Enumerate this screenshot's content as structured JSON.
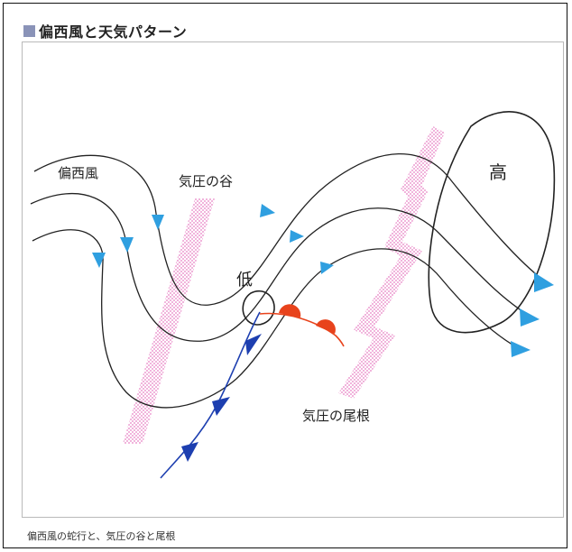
{
  "title": "偏西風と天気パターン",
  "caption": "偏西風の蛇行と、気圧の谷と尾根",
  "labels": {
    "westerlies": "偏西風",
    "trough": "気圧の谷",
    "ridge": "気圧の尾根",
    "low": "低",
    "high": "高"
  },
  "colors": {
    "stream_arrow": "#2f9fe0",
    "cold_front": "#1d3fb0",
    "warm_front": "#e8431c",
    "pressure_zone": "#e77fc3",
    "title_mark": "#8a93b8"
  }
}
